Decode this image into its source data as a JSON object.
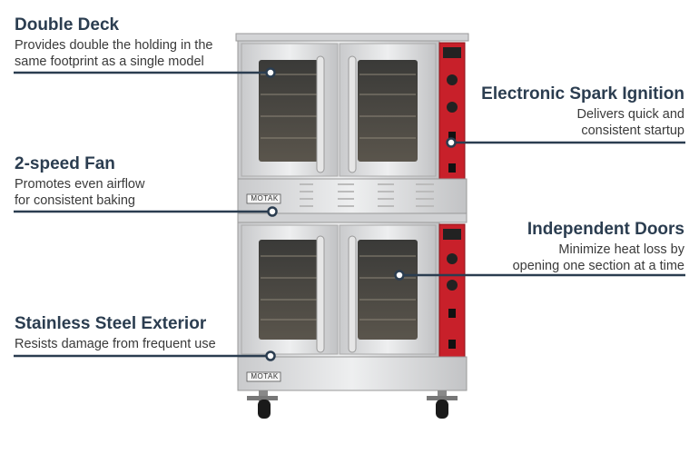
{
  "features": [
    {
      "title": "Double Deck",
      "lines": [
        "Provides double the holding in the",
        "same footprint as a single model"
      ]
    },
    {
      "title": "2-speed Fan",
      "lines": [
        "Promotes even airflow",
        "for consistent baking"
      ]
    },
    {
      "title": "Stainless Steel Exterior",
      "lines": [
        "Resists damage from frequent use"
      ]
    },
    {
      "title": "Electronic Spark Ignition",
      "lines": [
        "Delivers quick and",
        "consistent startup"
      ]
    },
    {
      "title": "Independent Doors",
      "lines": [
        "Minimize heat loss by",
        "opening one section at a time"
      ]
    }
  ],
  "brand_logo": "MOTAK",
  "colors": {
    "heading": "#2b3d50",
    "leader_line": "#2b3d50",
    "control_panel": "#c8202a",
    "steel": "#d9dadc"
  }
}
